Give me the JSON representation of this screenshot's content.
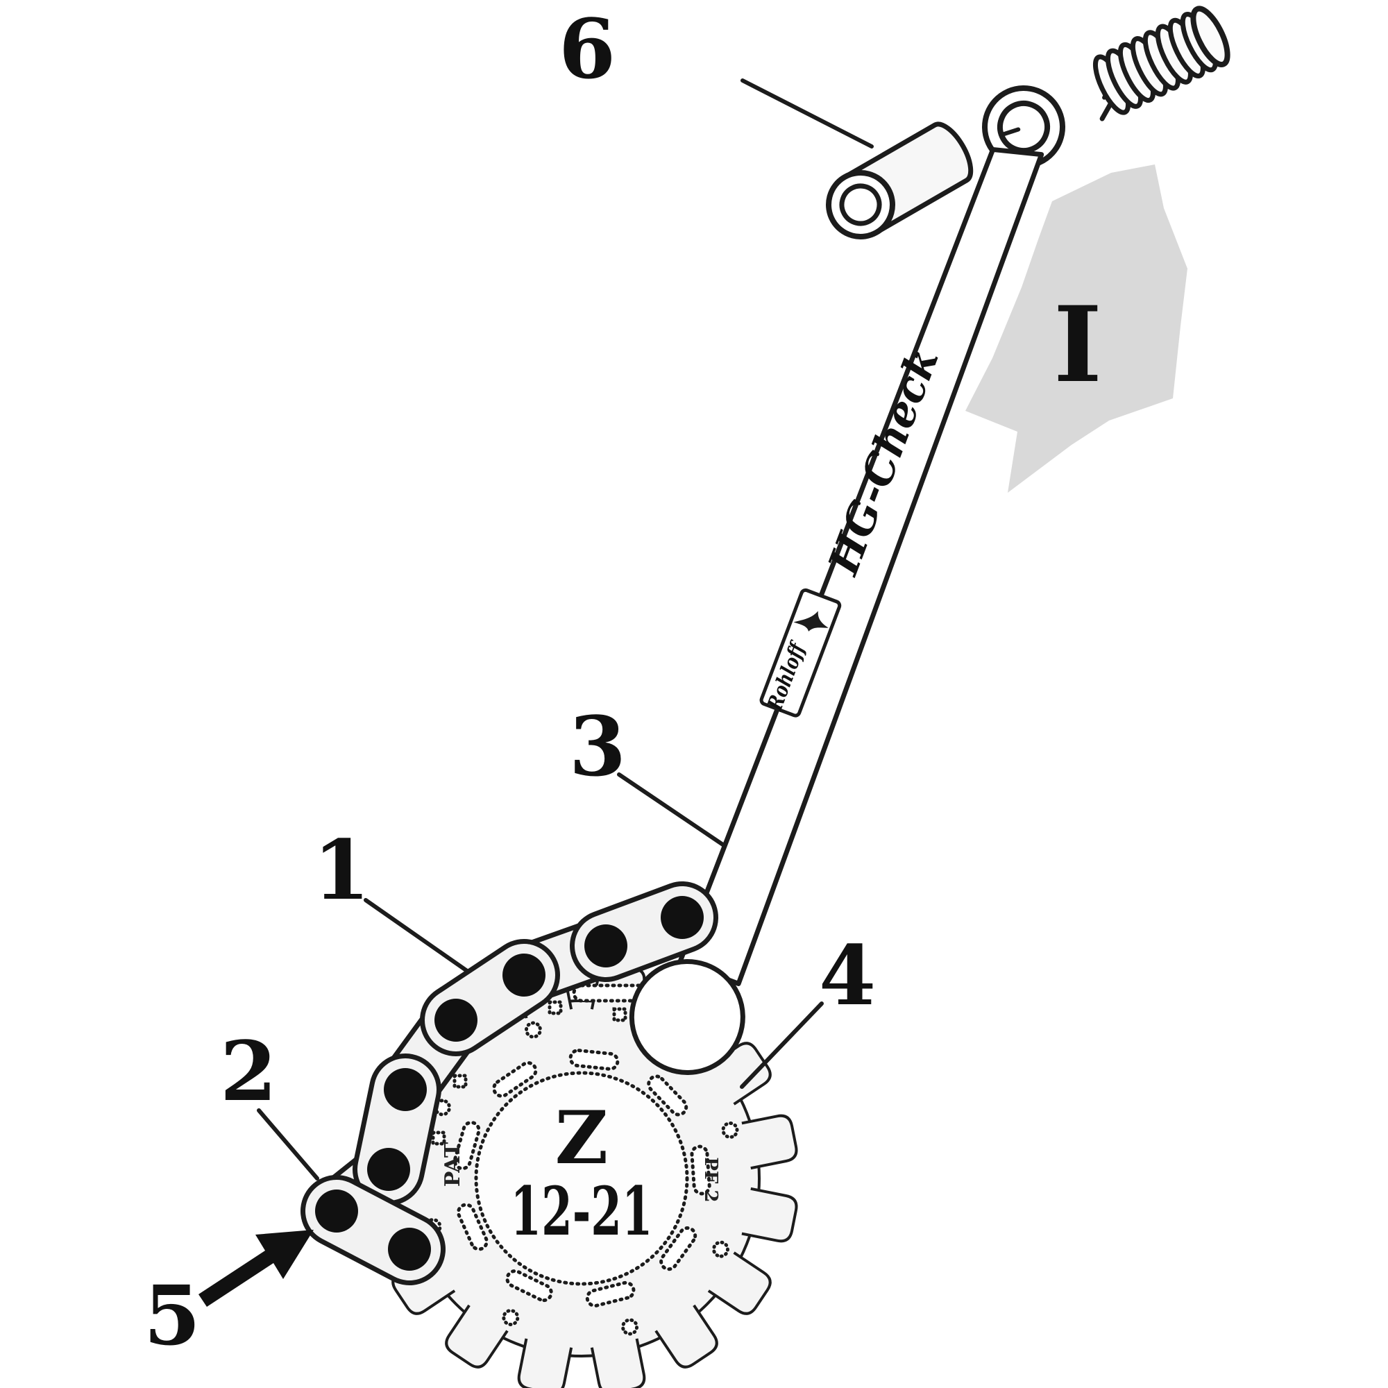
{
  "figure": {
    "type": "technical line illustration",
    "subject": "Chain wear checking tool (HG-Check) engaged on a sprocket with a chain",
    "step_label": "I"
  },
  "tool": {
    "arm_label": "HG-Check",
    "logo_text": "Rohloff",
    "logo_icon": "bird-icon"
  },
  "sprocket": {
    "center_line1": "Z",
    "center_line2": "12-21",
    "left_stamp": "PAT",
    "right_stamp": "PF 2"
  },
  "callouts": {
    "c1": "1",
    "c2": "2",
    "c3": "3",
    "c4": "4",
    "c5": "5",
    "c6": "6"
  },
  "colors": {
    "ink": "#1c1c1c",
    "paper": "#ffffff",
    "metal_fill": "#f4f4f4",
    "arrow_gray": "#d9d9d9"
  }
}
